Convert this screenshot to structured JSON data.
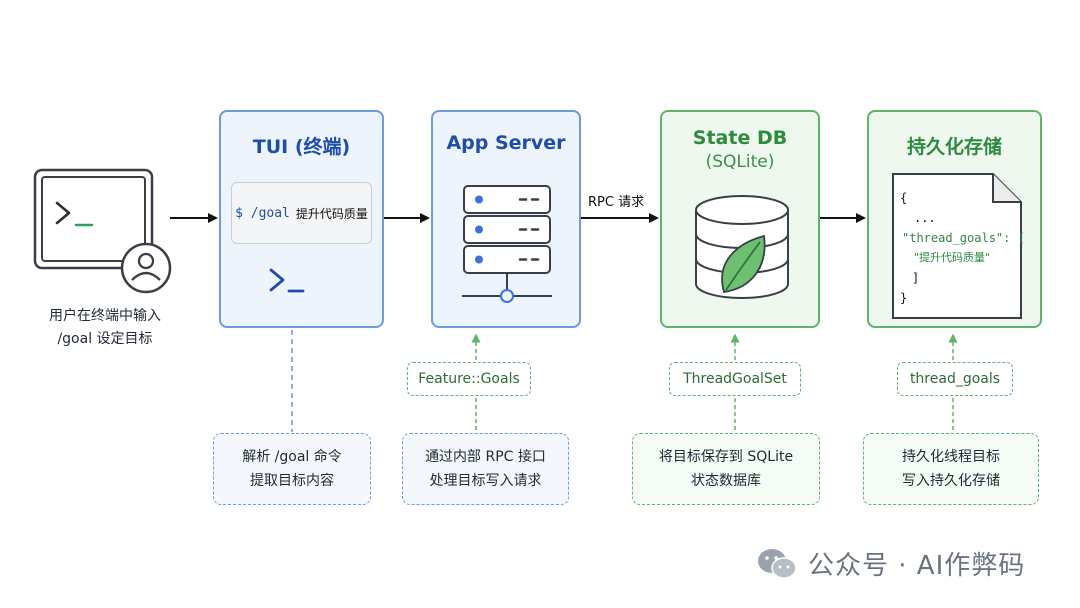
{
  "user": {
    "caption_line1": "用户在终端中输入",
    "caption_line2": "/goal 设定目标"
  },
  "tui": {
    "title": "TUI (终端)",
    "command_prompt": "$ /goal",
    "command_text": "提升代码质量",
    "note_line1": "解析 /goal 命令",
    "note_line2": "提取目标内容"
  },
  "app_server": {
    "title": "App Server",
    "tag": "Feature::Goals",
    "note_line1": "通过内部 RPC 接口",
    "note_line2": "处理目标写入请求"
  },
  "rpc_label": "RPC 请求",
  "state_db": {
    "title": "State DB",
    "subtitle": "(SQLite)",
    "tag": "ThreadGoalSet",
    "note_line1": "将目标保存到 SQLite",
    "note_line2": "状态数据库"
  },
  "storage": {
    "title": "持久化存储",
    "json_line1": "{",
    "json_line2": "...",
    "json_line3": "\"thread_goals\": [",
    "json_line4": "\"提升代码质量\"",
    "json_line5": "]",
    "json_line6": "}",
    "tag": "thread_goals",
    "note_line1": "持久化线程目标",
    "note_line2": "写入持久化存储"
  },
  "watermark": "公众号 · AI作弊码",
  "colors": {
    "blue_border": "#6d9be0",
    "blue_fill": "#eef4fc",
    "blue_title": "#1f4ea8",
    "green_border": "#5fb36a",
    "green_fill": "#eef8ef",
    "green_title": "#2d8a3e"
  }
}
